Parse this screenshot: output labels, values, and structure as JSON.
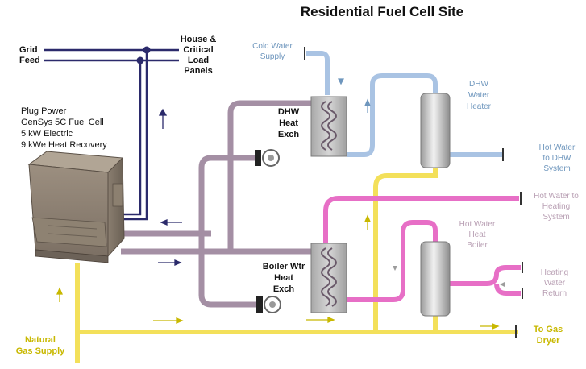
{
  "title": "Residential Fuel Cell Site",
  "labels": {
    "grid_feed": [
      "Grid",
      "Feed"
    ],
    "house_panels": [
      "House &",
      "Critical",
      "Load",
      "Panels"
    ],
    "fuel_cell": [
      "Plug Power",
      "GenSys 5C Fuel Cell",
      "5 kW Electric",
      "9 kWe Heat Recovery"
    ],
    "dhw_exchanger": [
      "DHW",
      "Heat",
      "Exch"
    ],
    "boiler_exchanger": [
      "Boiler Wtr",
      "Heat",
      "Exch"
    ],
    "cold_water": [
      "Cold Water",
      "Supply"
    ],
    "dhw_heater": [
      "DHW",
      "Water",
      "Heater"
    ],
    "hot_water_dhw": [
      "Hot Water",
      "to DHW",
      "System"
    ],
    "hot_water_heating": [
      "Hot Water to",
      "Heating",
      "System"
    ],
    "hot_water_boiler": [
      "Hot Water",
      "Heat",
      "Boiler"
    ],
    "heating_return": [
      "Heating",
      "Water",
      "Return"
    ],
    "natural_gas": [
      "Natural",
      "Gas Supply"
    ],
    "gas_dryer": [
      "To Gas",
      "Dryer"
    ]
  },
  "colors": {
    "cold_water_pipe": "#a9c3e3",
    "coolant_pipe": "#a48fa4",
    "heating_pipe": "#e76fc6",
    "gas_pipe": "#f3e05a",
    "electric_line": "#2b2a6b"
  }
}
